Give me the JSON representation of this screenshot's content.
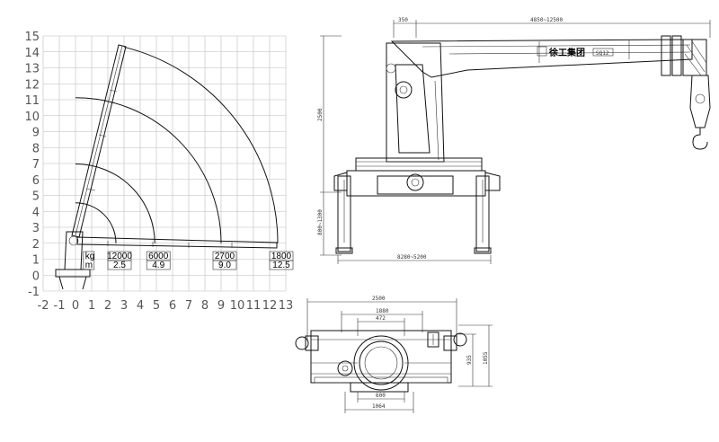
{
  "chart_data": {
    "type": "load_chart",
    "x_ticks": [
      "-2",
      "-1",
      "0",
      "1",
      "2",
      "3",
      "4",
      "5",
      "6",
      "7",
      "8",
      "9",
      "10",
      "11",
      "12",
      "13"
    ],
    "y_ticks": [
      "-1",
      "0",
      "1",
      "2",
      "3",
      "4",
      "5",
      "6",
      "7",
      "8",
      "9",
      "10",
      "11",
      "12",
      "13",
      "14",
      "15"
    ],
    "xlim": [
      -2,
      13
    ],
    "ylim": [
      -1,
      15
    ],
    "unit_kg": "kg",
    "unit_m": "m",
    "load_points": [
      {
        "kg": "12000",
        "m": "2.5",
        "radius": 2.5
      },
      {
        "kg": "6000",
        "m": "4.9",
        "radius": 4.9
      },
      {
        "kg": "2700",
        "m": "9.0",
        "radius": 9.0
      },
      {
        "kg": "1800",
        "m": "12.5",
        "radius": 12.5
      }
    ],
    "boom_tip_height": 14.3
  },
  "side_view": {
    "dim_offset": "350",
    "dim_boom_range": "4850~12500",
    "dim_height": "2500",
    "dim_leg": "800~1300",
    "dim_outrigger": "8280~5200",
    "brand_text": "徐工集团",
    "model_text": "SQ12"
  },
  "top_view": {
    "dim_2500": "2500",
    "dim_1880": "1880",
    "dim_472": "472",
    "dim_935": "935",
    "dim_1055": "1055",
    "dim_600": "600",
    "dim_1064": "1064"
  }
}
